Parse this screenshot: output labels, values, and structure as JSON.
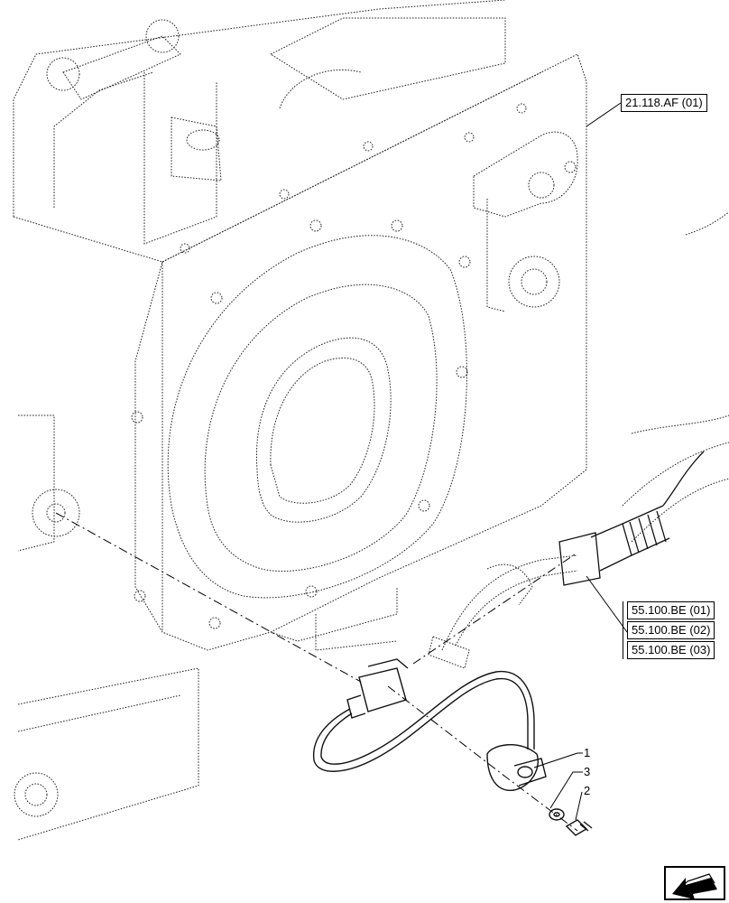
{
  "references": {
    "top": "21.118.AF (01)",
    "group": [
      "55.100.BE (01)",
      "55.100.BE (02)",
      "55.100.BE (03)"
    ]
  },
  "callouts": [
    "1",
    "3",
    "2"
  ],
  "icons": {
    "nav": "arrow-previous-icon"
  },
  "colors": {
    "line": "#000000",
    "background": "#ffffff"
  }
}
